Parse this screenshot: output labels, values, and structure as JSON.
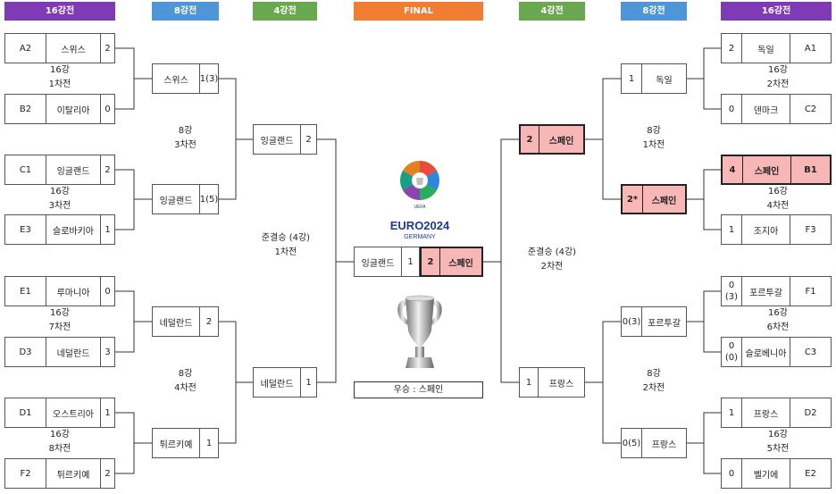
{
  "headers": {
    "left_r16": "16강전",
    "left_qf": "8강전",
    "left_sf": "4강전",
    "final": "FINAL",
    "right_sf": "4강전",
    "right_qf": "8강전",
    "right_r16": "16강전"
  },
  "colors": {
    "r16": "#7e3bb5",
    "qf": "#4e95d9",
    "sf": "#6aa84f",
    "final": "#f07d32",
    "highlight": "#f7b7b7"
  },
  "left_r16": [
    {
      "seed": "A2",
      "team": "스위스",
      "score": "2"
    },
    {
      "seed": "B2",
      "team": "이탈리아",
      "score": "0"
    },
    {
      "seed": "C1",
      "team": "잉글랜드",
      "score": "2"
    },
    {
      "seed": "E3",
      "team": "슬로바키아",
      "score": "1"
    },
    {
      "seed": "E1",
      "team": "루마니아",
      "score": "0"
    },
    {
      "seed": "D3",
      "team": "네덜란드",
      "score": "3"
    },
    {
      "seed": "D1",
      "team": "오스트리아",
      "score": "1"
    },
    {
      "seed": "F2",
      "team": "튀르키예",
      "score": "2"
    }
  ],
  "left_r16_labels": [
    {
      "l1": "16강",
      "l2": "1차전"
    },
    {
      "l1": "16강",
      "l2": "3차전"
    },
    {
      "l1": "16강",
      "l2": "7차전"
    },
    {
      "l1": "16강",
      "l2": "8차전"
    }
  ],
  "left_qf": [
    {
      "team": "스위스",
      "score": "1(3)"
    },
    {
      "team": "잉글랜드",
      "score": "1(5)"
    },
    {
      "team": "네덜란드",
      "score": "2"
    },
    {
      "team": "튀르키예",
      "score": "1"
    }
  ],
  "left_qf_labels": [
    {
      "l1": "8강",
      "l2": "3차전"
    },
    {
      "l1": "8강",
      "l2": "4차전"
    }
  ],
  "left_sf": [
    {
      "team": "잉글랜드",
      "score": "2"
    },
    {
      "team": "네덜란드",
      "score": "1"
    }
  ],
  "left_sf_label": {
    "l1": "준결승 (4강)",
    "l2": "1차전"
  },
  "final": {
    "left_team": "잉글랜드",
    "left_score": "1",
    "right_score": "2",
    "right_team": "스페인",
    "winner": "우승 : 스페인"
  },
  "logo": {
    "brand": "EURO2024",
    "country": "GERMANY",
    "org": "UEFA"
  },
  "right_sf": [
    {
      "team": "스페인",
      "score": "2"
    },
    {
      "team": "프랑스",
      "score": "1"
    }
  ],
  "right_sf_label": {
    "l1": "준결승 (4강)",
    "l2": "2차전"
  },
  "right_qf": [
    {
      "team": "독일",
      "score": "1"
    },
    {
      "team": "스페인",
      "score": "2*"
    },
    {
      "team": "포르투갈",
      "score": "0(3)"
    },
    {
      "team": "프랑스",
      "score": "0(5)"
    }
  ],
  "right_qf_labels": [
    {
      "l1": "8강",
      "l2": "1차전"
    },
    {
      "l1": "8강",
      "l2": "2차전"
    }
  ],
  "right_r16": [
    {
      "score": "2",
      "team": "독일",
      "seed": "A1"
    },
    {
      "score": "0",
      "team": "덴마크",
      "seed": "C2"
    },
    {
      "score": "4",
      "team": "스페인",
      "seed": "B1"
    },
    {
      "score": "1",
      "team": "조지아",
      "seed": "F3"
    },
    {
      "score": "0",
      "score2": "(3)",
      "team": "포르투갈",
      "seed": "F1"
    },
    {
      "score": "0",
      "score2": "(0)",
      "team": "슬로베니아",
      "seed": "C3"
    },
    {
      "score": "1",
      "team": "프랑스",
      "seed": "D2"
    },
    {
      "score": "0",
      "team": "벨기에",
      "seed": "E2"
    }
  ],
  "right_r16_labels": [
    {
      "l1": "16강",
      "l2": "2차전"
    },
    {
      "l1": "16강",
      "l2": "4차전"
    },
    {
      "l1": "16강",
      "l2": "6차전"
    },
    {
      "l1": "16강",
      "l2": "5차전"
    }
  ]
}
